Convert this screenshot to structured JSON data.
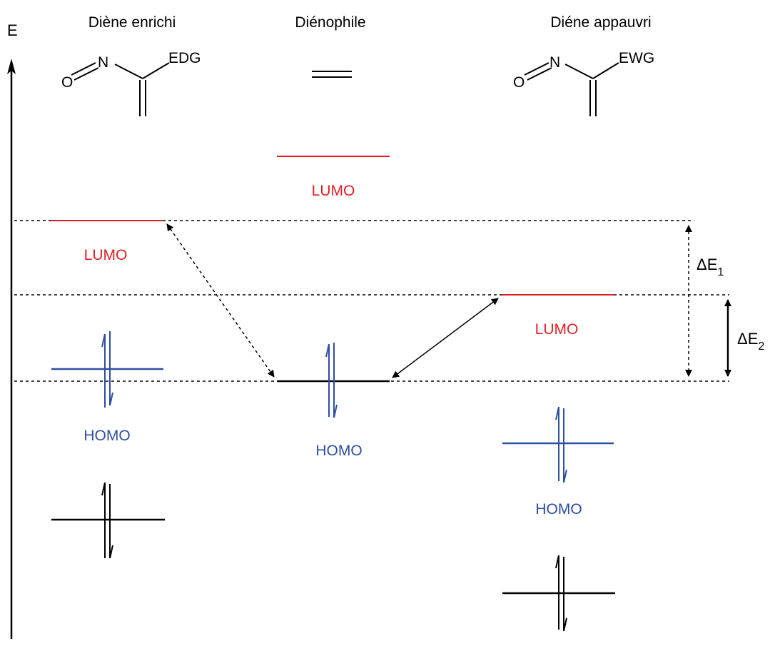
{
  "axis": {
    "label": "E"
  },
  "columns": [
    {
      "title": "Diène enrichi",
      "substituent": "EDG"
    },
    {
      "title": "Diénophile"
    },
    {
      "title": "Diéne appauvri",
      "substituent": "EWG"
    }
  ],
  "atoms": {
    "nitrogen": "N",
    "oxygen": "O"
  },
  "orbitals": {
    "lumo": "LUMO",
    "homo": "HOMO"
  },
  "gaps": [
    {
      "symbol": "ΔE",
      "subscript": "1"
    },
    {
      "symbol": "ΔE",
      "subscript": "2"
    }
  ],
  "colors": {
    "lumo": "#e31e24",
    "homo": "#2e4ea0",
    "core": "#000000"
  }
}
